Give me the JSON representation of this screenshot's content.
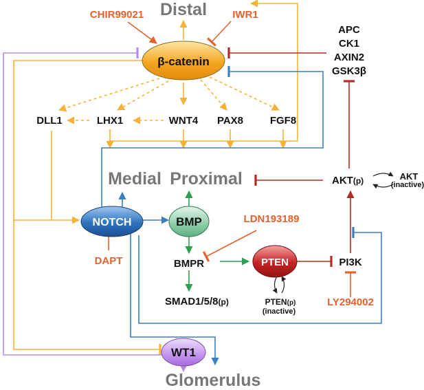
{
  "regions": {
    "distal": "Distal",
    "medial": "Medial",
    "proximal": "Proximal",
    "glomerulus": "Glomerulus"
  },
  "nodes": {
    "beta_catenin": "β-catenin",
    "notch": "NOTCH",
    "bmp": "BMP",
    "pten": "PTEN",
    "wt1": "WT1"
  },
  "genes": {
    "dll1": "DLL1",
    "lhx1": "LHX1",
    "wnt4": "WNT4",
    "pax8": "PAX8",
    "fgf8": "FGF8",
    "apc": "APC",
    "ck1": "CK1",
    "axin2": "AXIN2",
    "gsk3b": "GSK3β",
    "bmpr": "BMPR",
    "smad": "SMAD1/5/8",
    "smad_p": "(p)",
    "pi3k": "PI3K",
    "akt_active": "AKT",
    "akt_p": "(p)",
    "akt_inactive": "AKT",
    "akt_inactive_note": "(inactive)",
    "pten_p": "PTEN",
    "pten_p_suffix": "(p)",
    "pten_inactive_note": "(inactive)"
  },
  "drugs": {
    "chir": "CHIR99021",
    "iwr1": "IWR1",
    "ldn": "LDN193189",
    "dapt": "DAPT",
    "ly": "LY294002"
  },
  "colors": {
    "orange": "#f5b335",
    "blue": "#3a7fc1",
    "green": "#2e9e4f",
    "red": "#b22a25",
    "purple": "#b98be0",
    "drug": "#e2622e",
    "region": "#777777"
  }
}
